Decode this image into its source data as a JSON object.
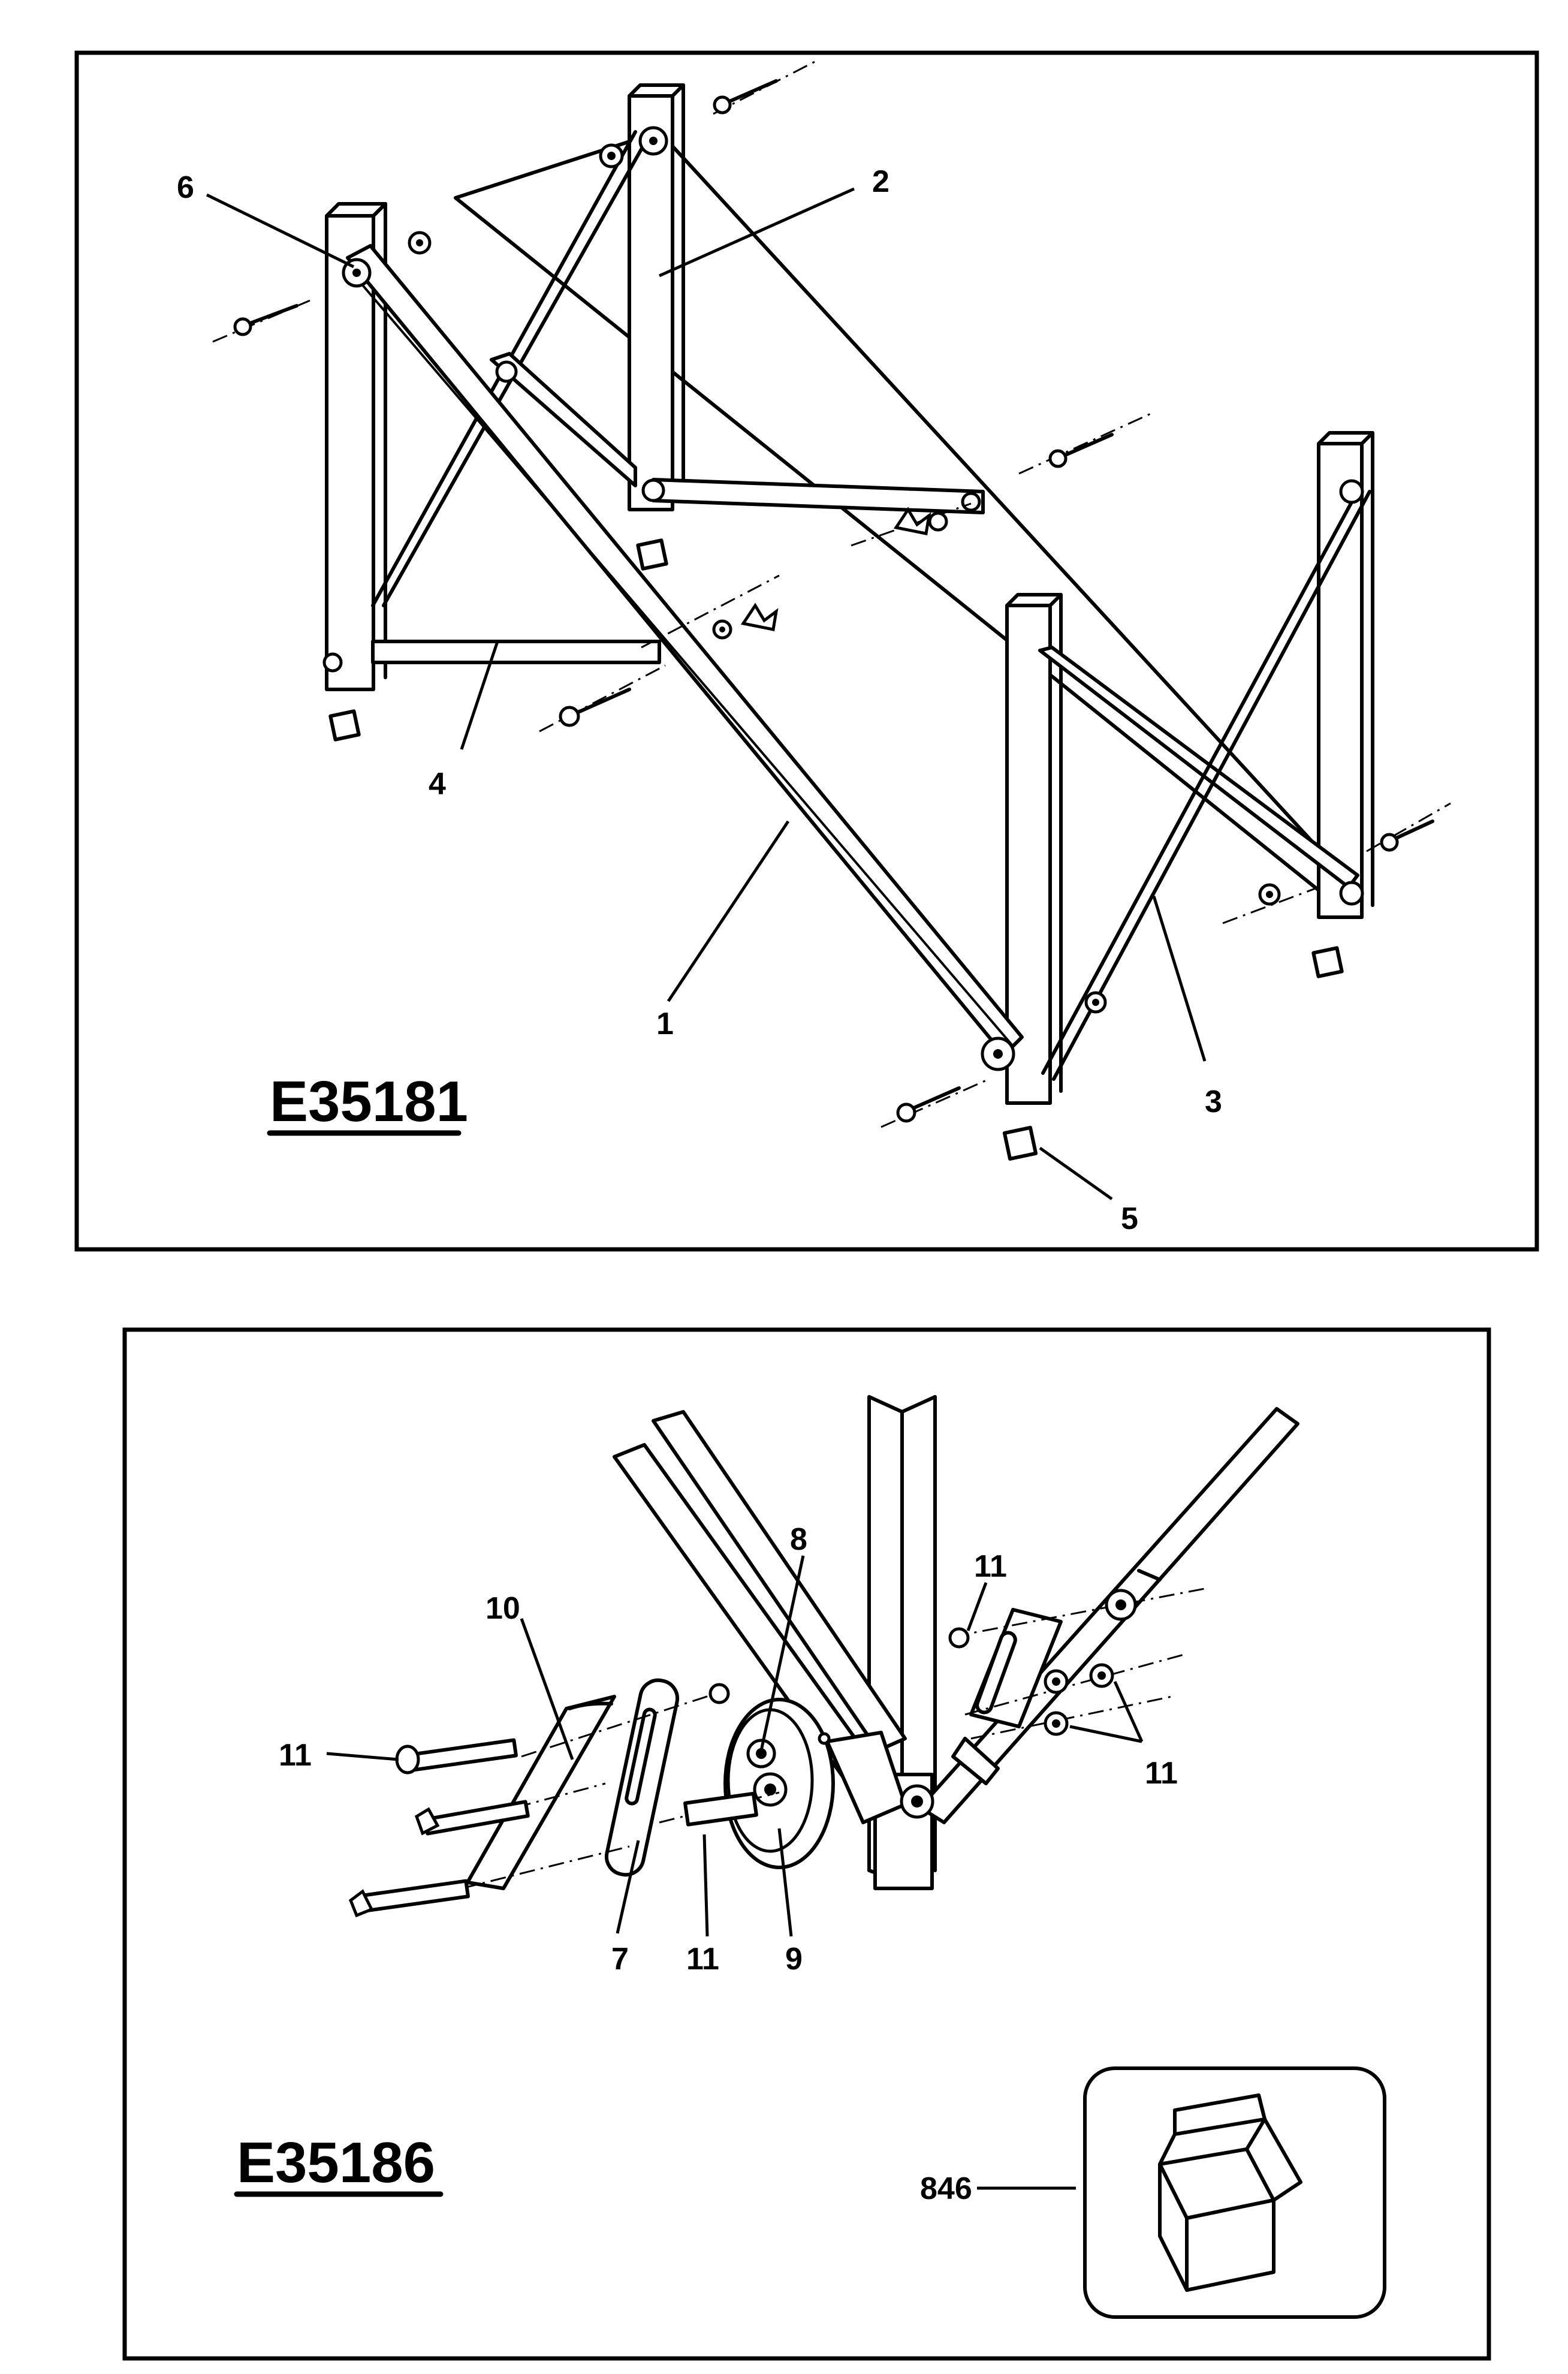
{
  "top_panel": {
    "code": "E35181",
    "callouts": [
      "1",
      "2",
      "3",
      "4",
      "5",
      "6"
    ]
  },
  "bottom_panel": {
    "code": "E35186",
    "callouts": {
      "c7": "7",
      "c8": "8",
      "c9": "9",
      "c10": "10",
      "c11_left": "11",
      "c11_top": "11",
      "c11_right": "11",
      "c11_bottom": "11",
      "c846": "846"
    }
  }
}
